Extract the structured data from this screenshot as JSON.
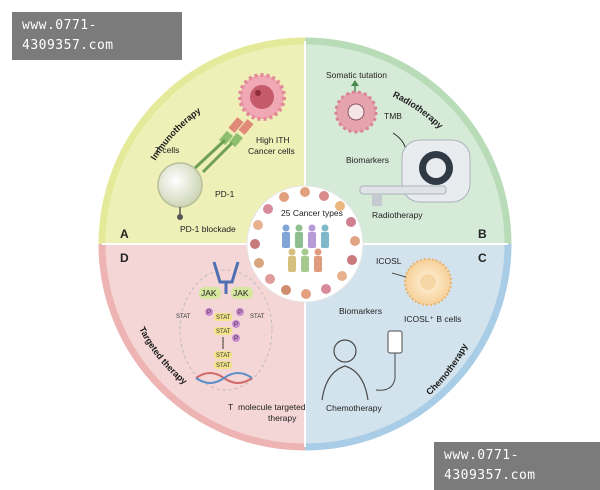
{
  "watermarks": {
    "top": "www.0771-4309357.com",
    "bottom": "www.0771-4309357.com"
  },
  "center": {
    "label": "25 Cancer types"
  },
  "quadrants": {
    "immunotherapy": {
      "letter": "A",
      "title": "Immunotherapy",
      "t_cells": "T cells",
      "cancer_cells_line1": "High ITH",
      "cancer_cells_line2": "Cancer cells",
      "pd1": "PD-1",
      "pd1_blockade": "PD-1 blockade",
      "color": "#eef0b8"
    },
    "radiotherapy": {
      "letter": "B",
      "title": "Radiotherapy",
      "somatic": "Somatic tutation",
      "tmb": "TMB",
      "biomarkers": "Biomarkers",
      "radiotherapy": "Radiotherapy",
      "color": "#d6ead8"
    },
    "chemotherapy": {
      "letter": "C",
      "title": "Chemotherapy",
      "icosl": "ICOSL",
      "biomarkers": "Biomarkers",
      "icosl_b_cells": "ICOSL⁺ B cells",
      "chemotherapy": "Chemotherapy",
      "color": "#d3e3ee"
    },
    "targeted": {
      "letter": "D",
      "title": "Targeted therapy",
      "jak_left": "JAK",
      "jak_right": "JAK",
      "stat": "STAT",
      "p": "P",
      "molecule_line1": "molecule targeted",
      "molecule_line2": "therapy",
      "molecule_prefix": "T",
      "color": "#f4d6d6"
    }
  },
  "ring_colors": {
    "immunotherapy": "#e4ea9a",
    "radiotherapy": "#b9dcb8",
    "chemotherapy": "#a9cde6",
    "targeted": "#eeb3b3"
  }
}
